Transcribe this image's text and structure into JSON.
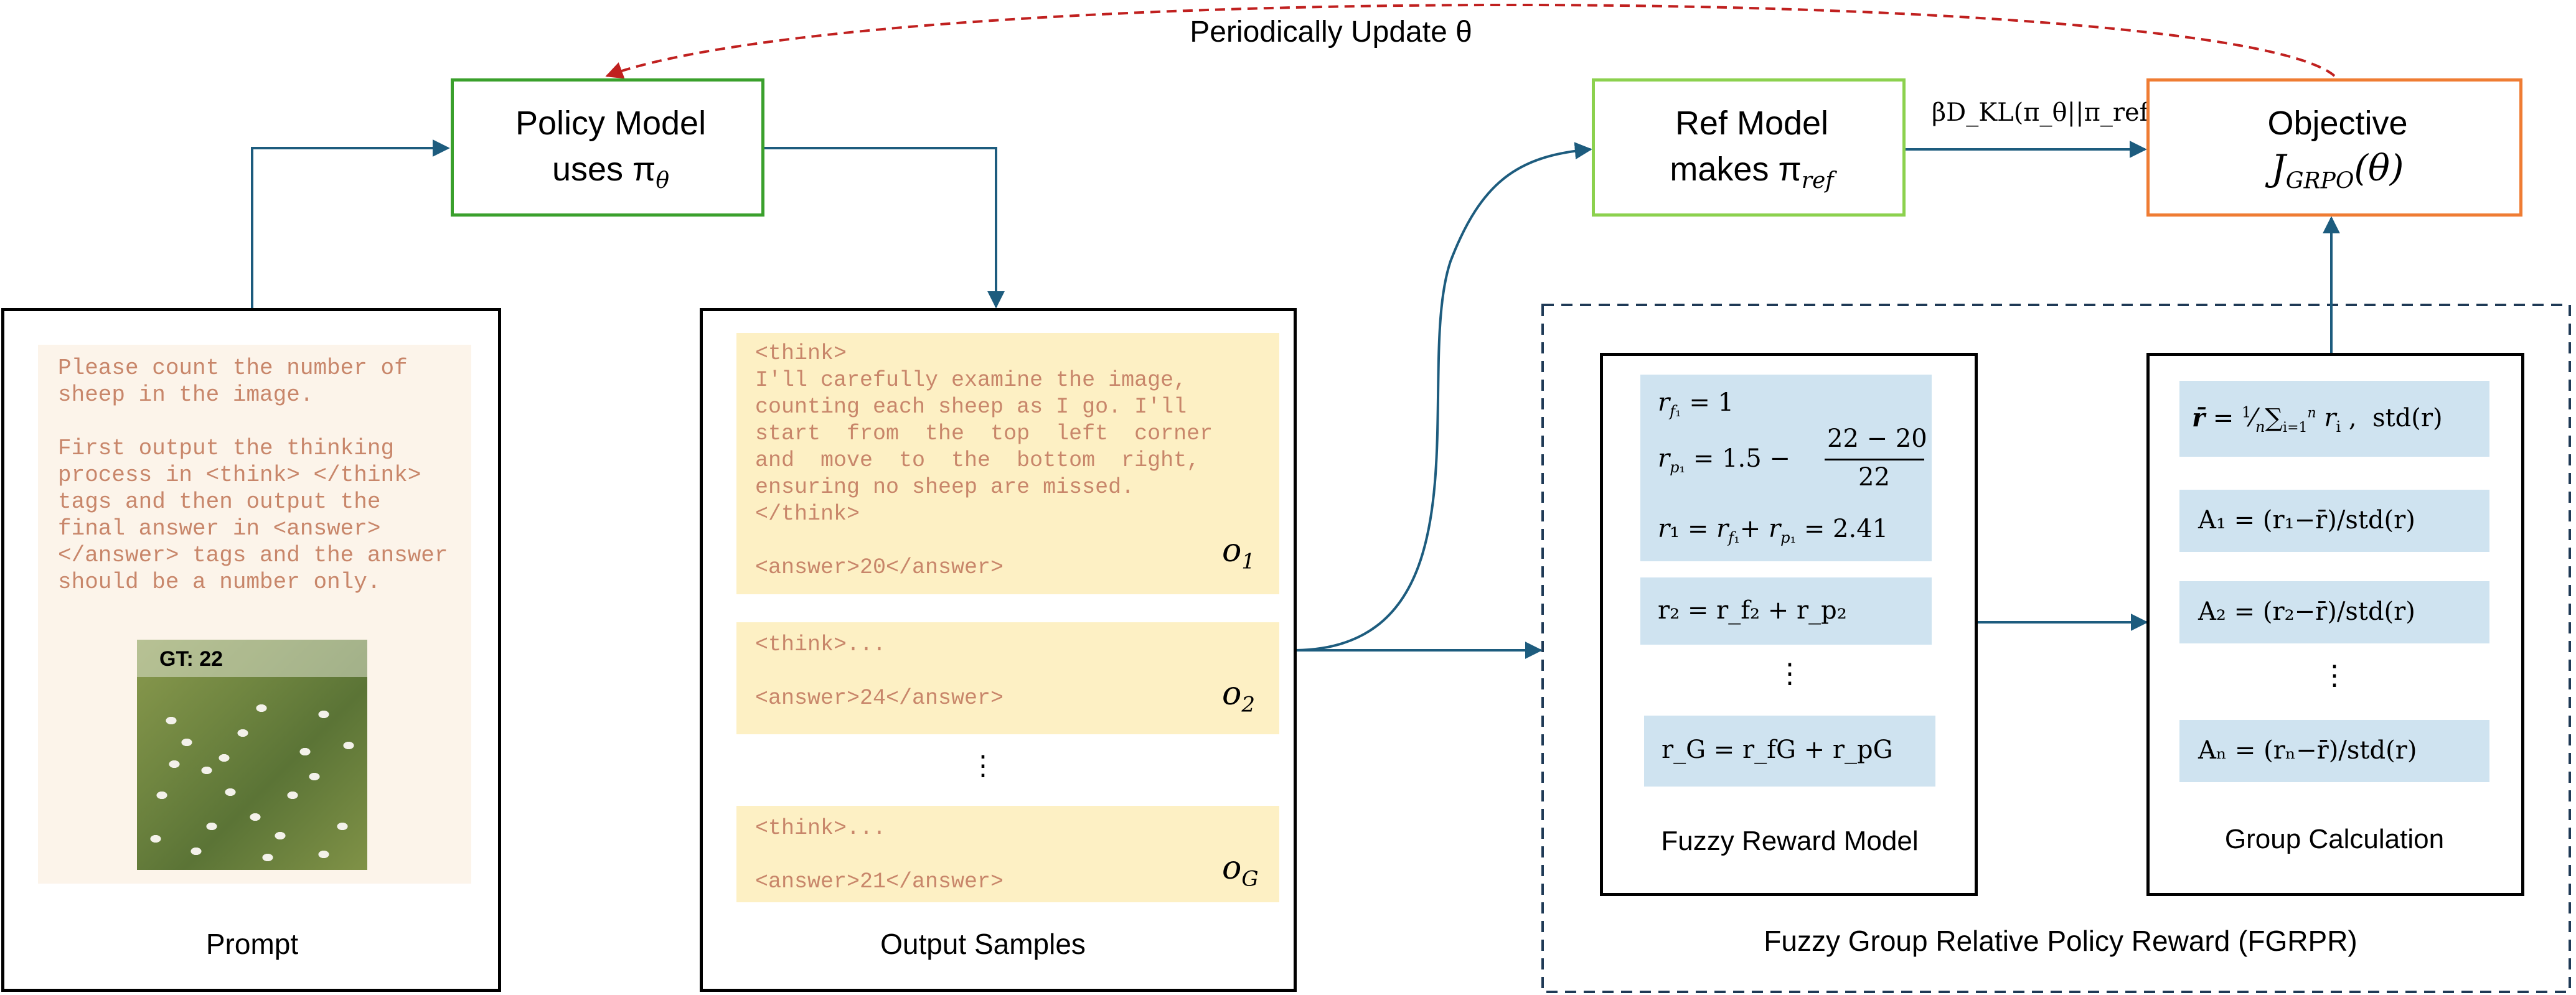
{
  "arrow_update_label": "Periodically Update θ",
  "policy": {
    "line1": "Policy Model",
    "line2": "uses π",
    "sub": "θ"
  },
  "ref": {
    "line1": "Ref Model",
    "line2": "makes π",
    "sub": "ref"
  },
  "objective": {
    "line1": "Objective",
    "line2": "J",
    "sub": "GRPO",
    "tail": "(θ)"
  },
  "kl_label": "βD_KL(π_θ||π_ref)",
  "prompt": {
    "text": "Please count the number of sheep in the image.\n\nFirst output the thinking process in <think> </think> tags and then output the final answer in <answer> </answer> tags and the answer should be a number only.",
    "gt_label": "GT: 22",
    "caption": "Prompt"
  },
  "samples": {
    "caption": "Output Samples",
    "items": [
      {
        "text": "<think>\nI'll carefully examine the image,\ncounting each sheep as I go. I'll\nstart  from  the  top  left  corner\nand  move  to  the  bottom  right,\nensuring no sheep are missed.\n</think>\n\n<answer>20</answer>",
        "o": "o",
        "sub": "1"
      },
      {
        "text": "<think>...\n\n<answer>24</answer>",
        "o": "o",
        "sub": "2"
      },
      {
        "text": "<think>...\n\n<answer>21</answer>",
        "o": "o",
        "sub": "G"
      }
    ],
    "ellipsis": "⋮"
  },
  "fuzzy": {
    "caption": "Fuzzy Reward Model",
    "eq1a": "r",
    "eq1": "= 1",
    "eq2": "= 1.5 −",
    "frac_num": "22 − 20",
    "frac_den": "22",
    "eq3": "= 2.41",
    "eq_r2": "r₂ = r_f₂ + r_p₂",
    "eq_rG": "r_G = r_fG + r_pG",
    "ellipsis": "⋮"
  },
  "group": {
    "caption": "Group Calculation",
    "mean": "std(r)",
    "a1": "A₁ = (r₁−r̄)/std(r)",
    "a2": "A₂ = (r₂−r̄)/std(r)",
    "an": "Aₙ = (rₙ−r̄)/std(r)",
    "ellipsis": "⋮"
  },
  "fgrpr_caption": "Fuzzy Group Relative Policy Reward (FGRPR)",
  "colors": {
    "arrow": "#1d5c7e",
    "dashed_red": "#c0201f",
    "policy_border": "#3aa02c",
    "ref_border": "#8cd14e",
    "objective_border": "#ef7c33",
    "sample_fill": "#fdf0c4",
    "eq_fill": "#cfe3f0",
    "prompt_fill": "#fcf4ea",
    "mono_text": "#c8866a"
  }
}
